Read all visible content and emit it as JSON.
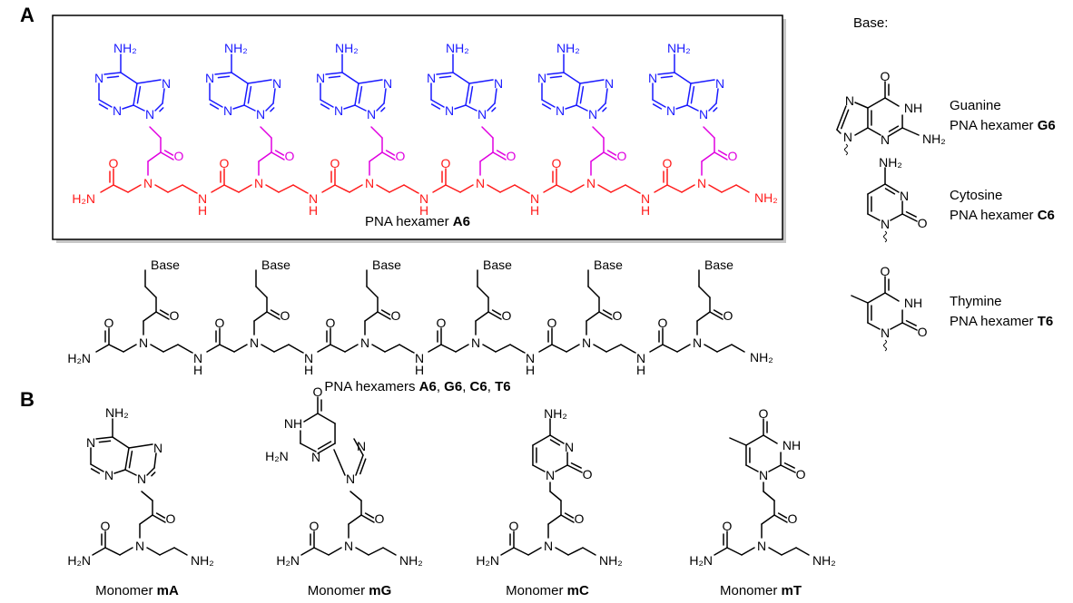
{
  "panels": {
    "a": {
      "label": "A"
    },
    "b": {
      "label": "B"
    }
  },
  "colors": {
    "base": "#1a1aff",
    "linker": "#e000e0",
    "backbone": "#ff1a1a",
    "generic": "#000000",
    "box_border": "#000000",
    "box_shadow": "#999999"
  },
  "atoms": {
    "NH": "NH",
    "H2N": "H₂N",
    "NH2": "NH₂",
    "N": "N",
    "O": "O",
    "H": "H",
    "Base": "Base"
  },
  "boxed_structure": {
    "caption_text": "PNA hexamer ",
    "caption_bold": "A6"
  },
  "generic_structure": {
    "caption_text": "PNA hexamers ",
    "caption_items": [
      {
        "text": "A6",
        "sep": ", "
      },
      {
        "text": "G6",
        "sep": ", "
      },
      {
        "text": "C6",
        "sep": ", "
      },
      {
        "text": "T6",
        "sep": ""
      }
    ]
  },
  "bases_legend": {
    "header": "Base:",
    "items": [
      {
        "name": "Guanine",
        "hexamer_prefix": "PNA hexamer ",
        "hexamer_code": "G6"
      },
      {
        "name": "Cytosine",
        "hexamer_prefix": "PNA hexamer ",
        "hexamer_code": "C6"
      },
      {
        "name": "Thymine",
        "hexamer_prefix": "PNA hexamer ",
        "hexamer_code": "T6"
      }
    ]
  },
  "monomers": [
    {
      "prefix": "Monomer ",
      "code": "mA"
    },
    {
      "prefix": "Monomer ",
      "code": "mG"
    },
    {
      "prefix": "Monomer ",
      "code": "mC"
    },
    {
      "prefix": "Monomer ",
      "code": "mT"
    }
  ]
}
